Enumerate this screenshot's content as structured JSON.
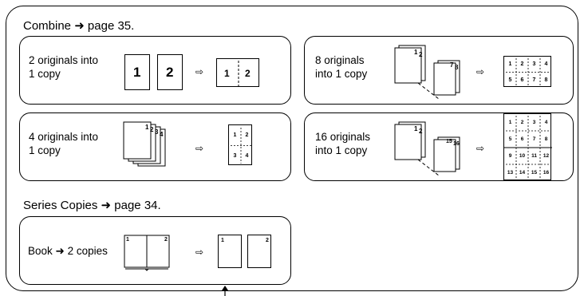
{
  "sections": {
    "combine_heading": "Combine ➜ page 35.",
    "series_heading": "Series Copies ➜ page 34."
  },
  "arrow_glyph": "⇨",
  "panels": {
    "two_to_one": {
      "label_lines": [
        "2 originals into",
        "1 copy"
      ],
      "original_pages": [
        "1",
        "2"
      ],
      "result_pages": [
        "1",
        "2"
      ]
    },
    "eight_to_one": {
      "label_lines": [
        "8 originals",
        "into 1 copy"
      ],
      "stack_front_numbers": [
        "1",
        "2"
      ],
      "stack_back_numbers": [
        "7",
        "8"
      ],
      "result_grid": [
        "1",
        "2",
        "3",
        "4",
        "5",
        "6",
        "7",
        "8"
      ]
    },
    "four_to_one": {
      "label_lines": [
        "4 originals into",
        "1 copy"
      ],
      "stack_numbers": [
        "1",
        "2",
        "3",
        "4"
      ],
      "result_grid": [
        "1",
        "2",
        "3",
        "4"
      ]
    },
    "sixteen_to_one": {
      "label_lines": [
        "16 originals",
        "into 1 copy"
      ],
      "stack_front_numbers": [
        "1",
        "2"
      ],
      "stack_back_numbers": [
        "15",
        "16"
      ],
      "result_grid": [
        "1",
        "2",
        "3",
        "4",
        "5",
        "6",
        "7",
        "8",
        "9",
        "10",
        "11",
        "12",
        "13",
        "14",
        "15",
        "16"
      ]
    },
    "book": {
      "label": "Book ➜ 2 copies",
      "book_pages": [
        "1",
        "2"
      ],
      "result_pages": [
        "1",
        "2"
      ]
    }
  },
  "colors": {
    "line": "#000000",
    "background": "#ffffff"
  }
}
